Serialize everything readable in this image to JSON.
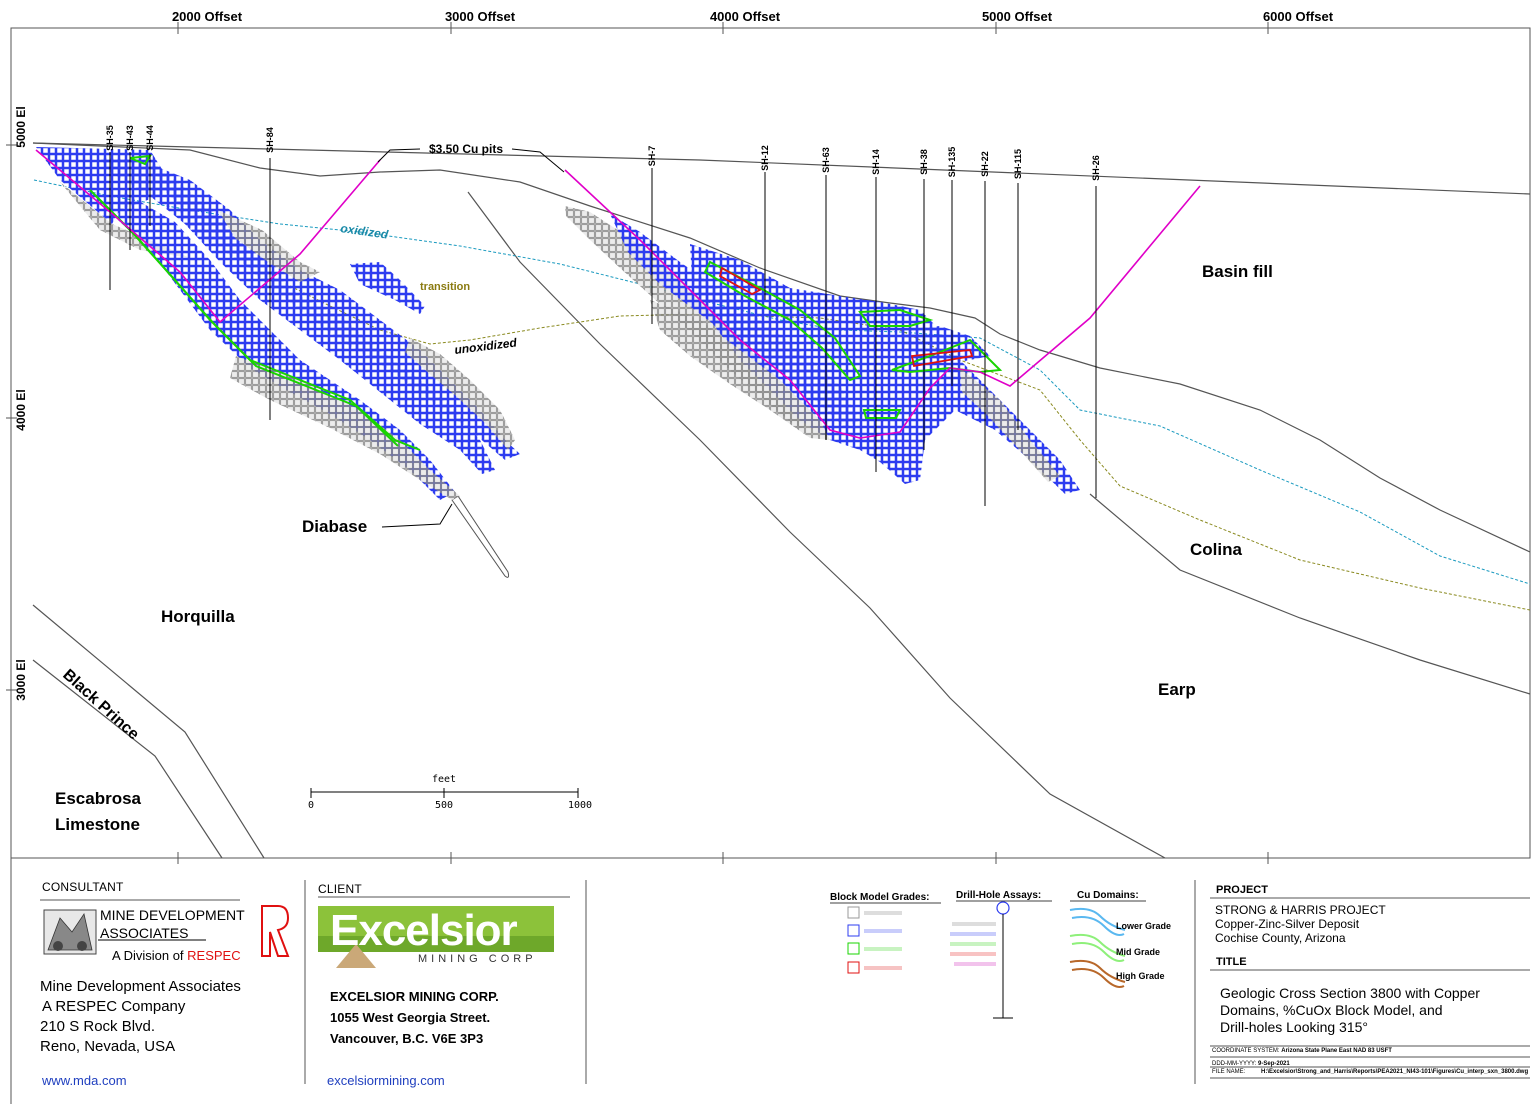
{
  "section": {
    "offset_labels": [
      "2000 Offset",
      "3000 Offset",
      "4000 Offset",
      "5000 Offset",
      "6000 Offset"
    ],
    "elevation_labels": [
      "5000 El",
      "4000 El",
      "3000 El"
    ],
    "drillholes": [
      "SH-35",
      "SH-43",
      "SH-44",
      "SH-84",
      "SH-7",
      "SH-12",
      "SH-63",
      "SH-14",
      "SH-38",
      "SH-135",
      "SH-22",
      "SH-115",
      "SH-26"
    ],
    "pit_label": "$3.50 Cu pits",
    "oxidation_labels": {
      "oxidized": "oxidized",
      "transition": "transition",
      "unoxidized": "unoxidized"
    },
    "units": {
      "basin_fill": "Basin fill",
      "colina": "Colina",
      "earp": "Earp",
      "horquilla": "Horquilla",
      "diabase": "Diabase",
      "black_prince": "Black Prince",
      "escabrosa_1": "Escabrosa",
      "escabrosa_2": "Limestone"
    },
    "scale": {
      "title": "feet",
      "ticks": [
        "0",
        "500",
        "1000"
      ]
    },
    "colors": {
      "blocks_low": "#2d3cf0",
      "blocks_grey": "#9a9a9a",
      "domain_mid": "#19d400",
      "domain_high": "#e01010",
      "pit": "#e000c8",
      "oxidized_line": "#1a9abf",
      "transition_line": "#8a8a20"
    }
  },
  "titleblock": {
    "consultant_header": "CONSULTANT",
    "mda_logo_line1": "MINE DEVELOPMENT",
    "mda_logo_line2": "ASSOCIATES",
    "mda_logo_line3a": "A Division of ",
    "mda_logo_line3b": "RESPEC",
    "consultant_address": [
      "Mine Development Associates",
      "A RESPEC Company",
      "210 S Rock Blvd.",
      "Reno, Nevada, USA"
    ],
    "consultant_url": "www.mda.com",
    "client_header": "CLIENT",
    "client_logo_main": "Excelsior",
    "client_logo_sub": "MINING CORP",
    "client_address": [
      "EXCELSIOR MINING CORP.",
      "1055 West Georgia Street.",
      "Vancouver, B.C. V6E 3P3"
    ],
    "client_url": "excelsiormining.com",
    "legend": {
      "block_model_title": "Block Model Grades:",
      "drill_assays_title": "Drill-Hole Assays:",
      "cu_domains_title": "Cu Domains:",
      "domains": [
        "Lower Grade",
        "Mid Grade",
        "High Grade"
      ]
    },
    "project_header": "PROJECT",
    "project_lines": [
      "STRONG & HARRIS PROJECT",
      "Copper-Zinc-Silver Deposit",
      "Cochise County, Arizona"
    ],
    "title_header": "TITLE",
    "title_lines": [
      "Geologic Cross Section 3800 with Copper",
      "Domains, %CuOx Block Model, and",
      "Drill-holes Looking 315°"
    ],
    "coord_label": "COORDINATE SYSTEM:",
    "coord_value": "Arizona State Plane East NAD 83 USFT",
    "date_label": "DDD-MM-YYYY:",
    "date_value": "9-Sep-2021",
    "file_label": "FILE NAME:",
    "file_value": "H:\\Excelsior\\Strong_and_Harris\\Reports\\PEA2021_NI43-101\\Figures\\Cu_interp_sxn_3800.dwg"
  }
}
